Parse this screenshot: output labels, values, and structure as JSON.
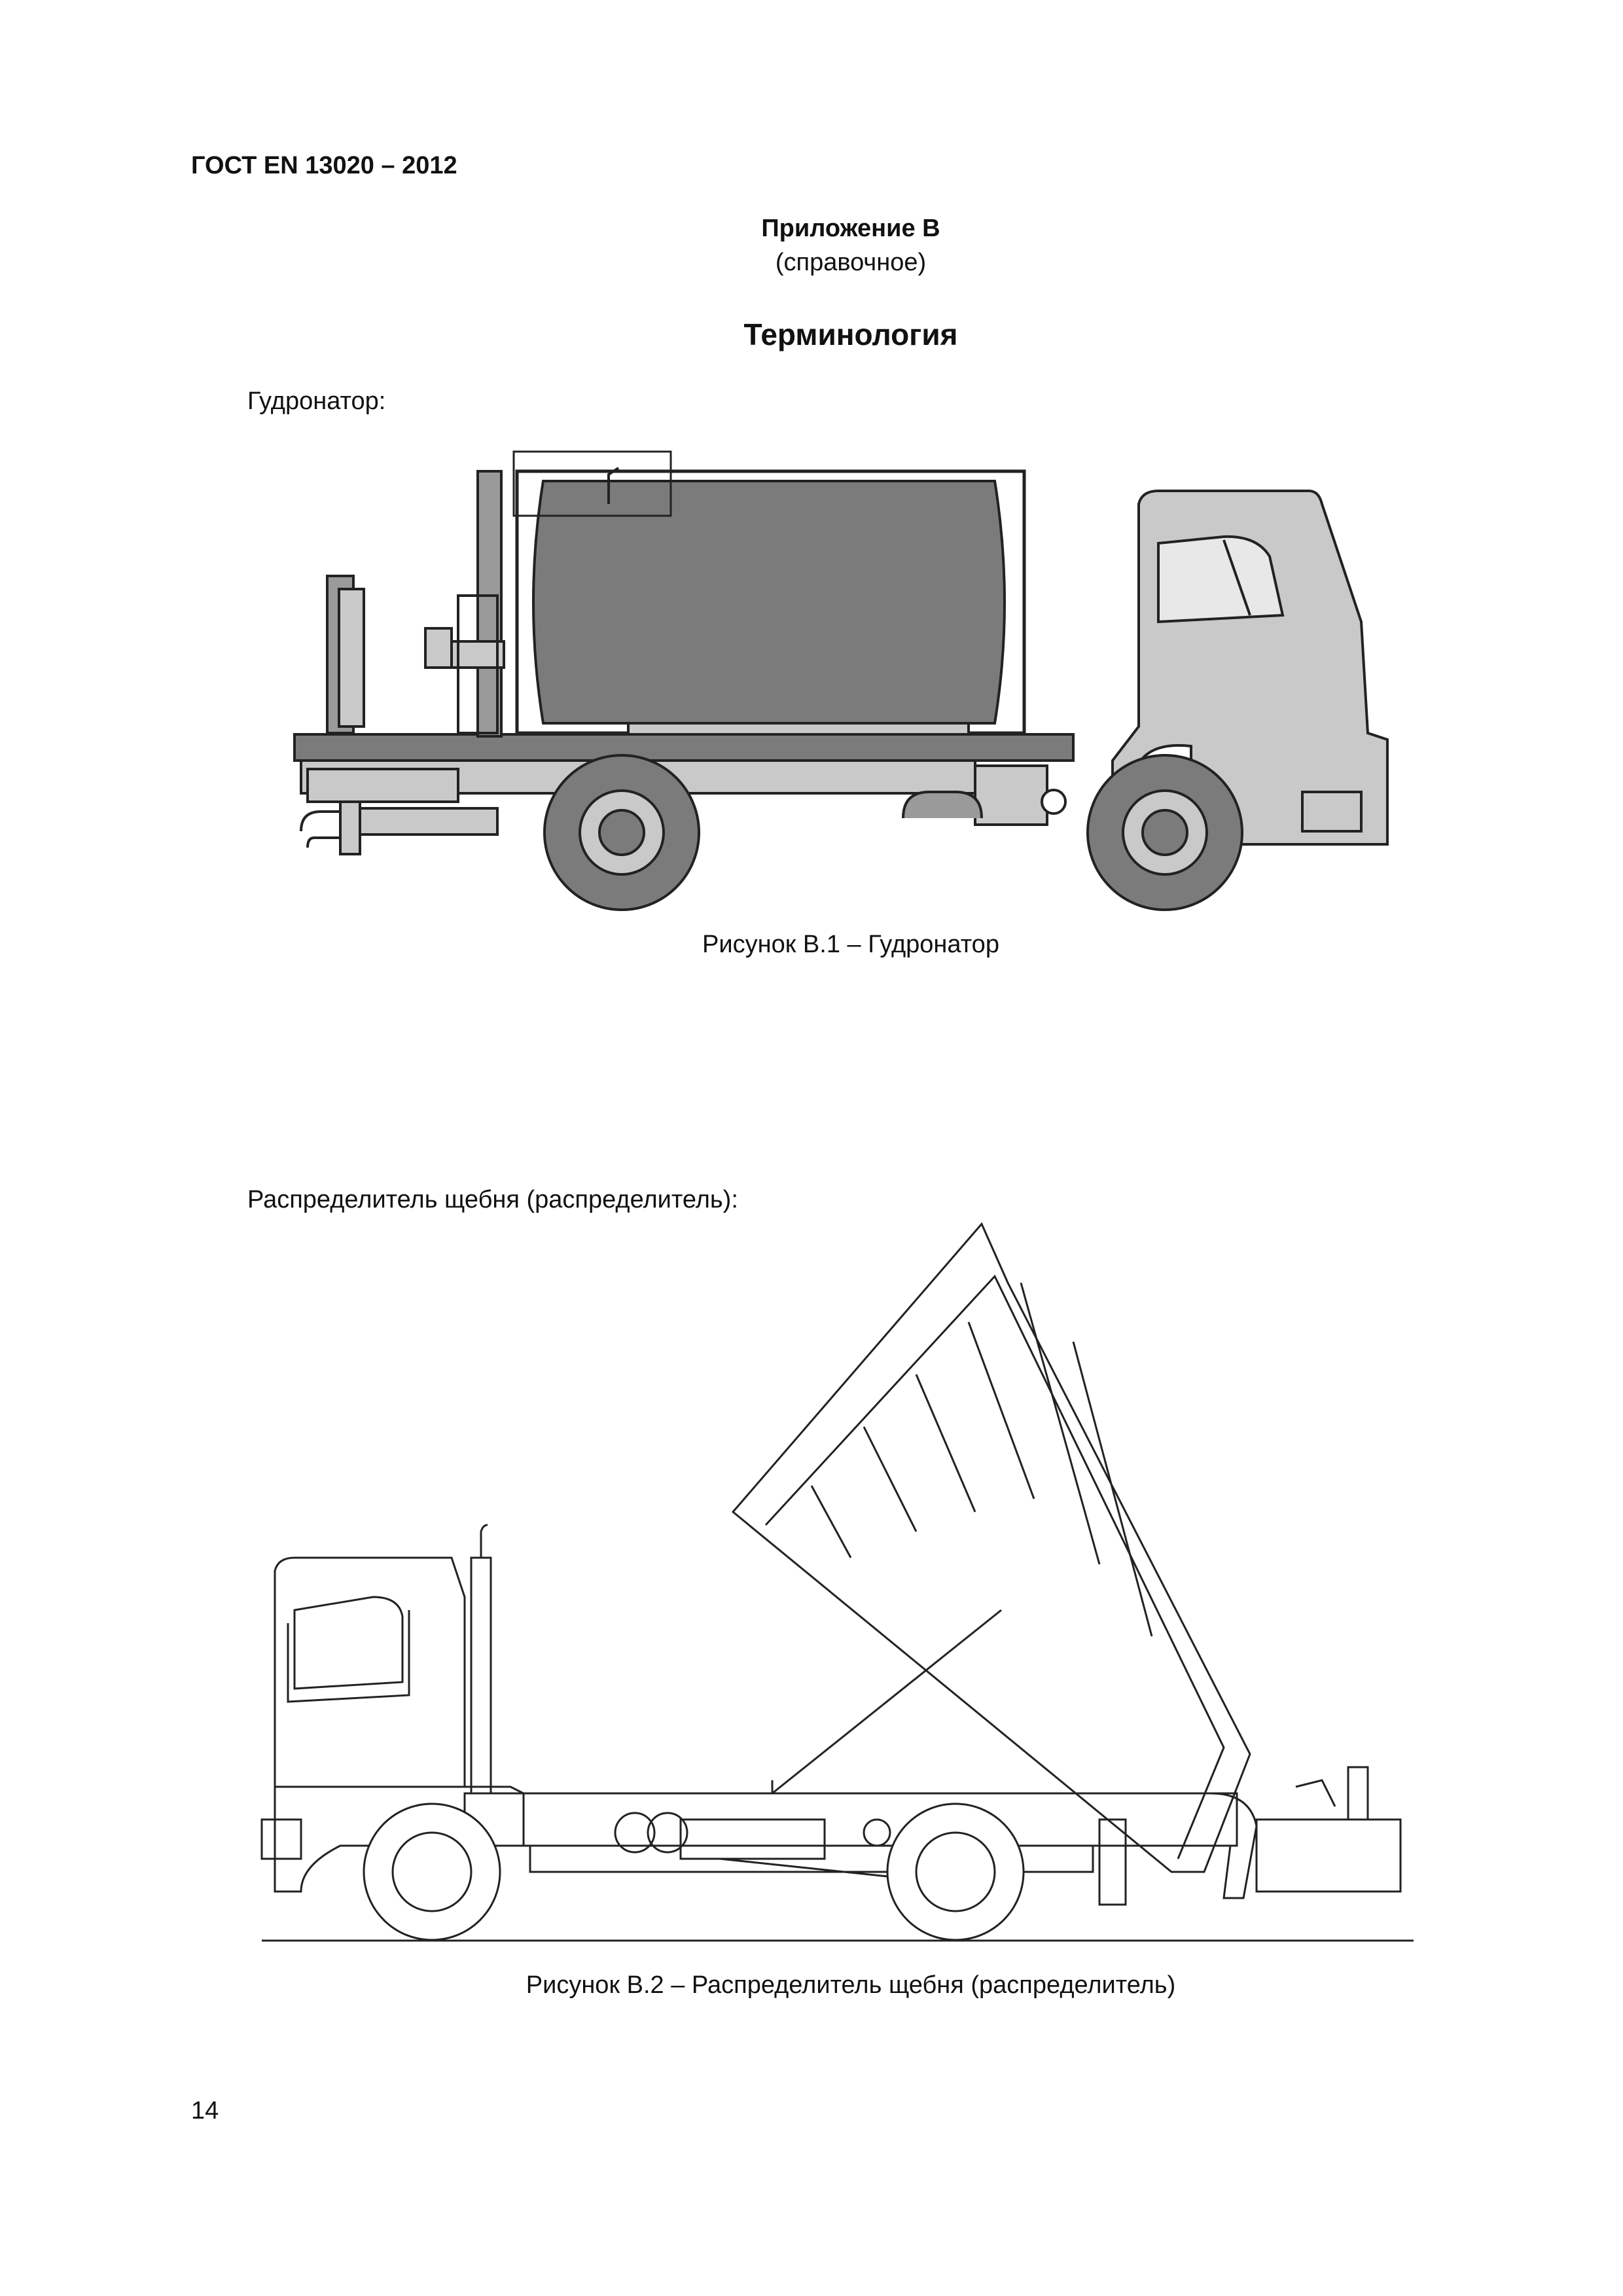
{
  "header": {
    "standard_code": "ГОСТ EN 13020 – 2012"
  },
  "annex": {
    "title": "Приложение В",
    "type": "(справочное)",
    "section_title": "Терминология"
  },
  "terms": [
    {
      "label": "Гудронатор:",
      "caption": "Рисунок В.1 – Гудронатор"
    },
    {
      "label": "Распределитель щебня (распределитель):",
      "caption": "Рисунок В.2 – Распределитель щебня (распределитель)"
    }
  ],
  "footer": {
    "page_number": "14"
  },
  "colors": {
    "tank_fill": "#7b7b7b",
    "body_fill": "#c9c9c9",
    "line": "#222222"
  }
}
